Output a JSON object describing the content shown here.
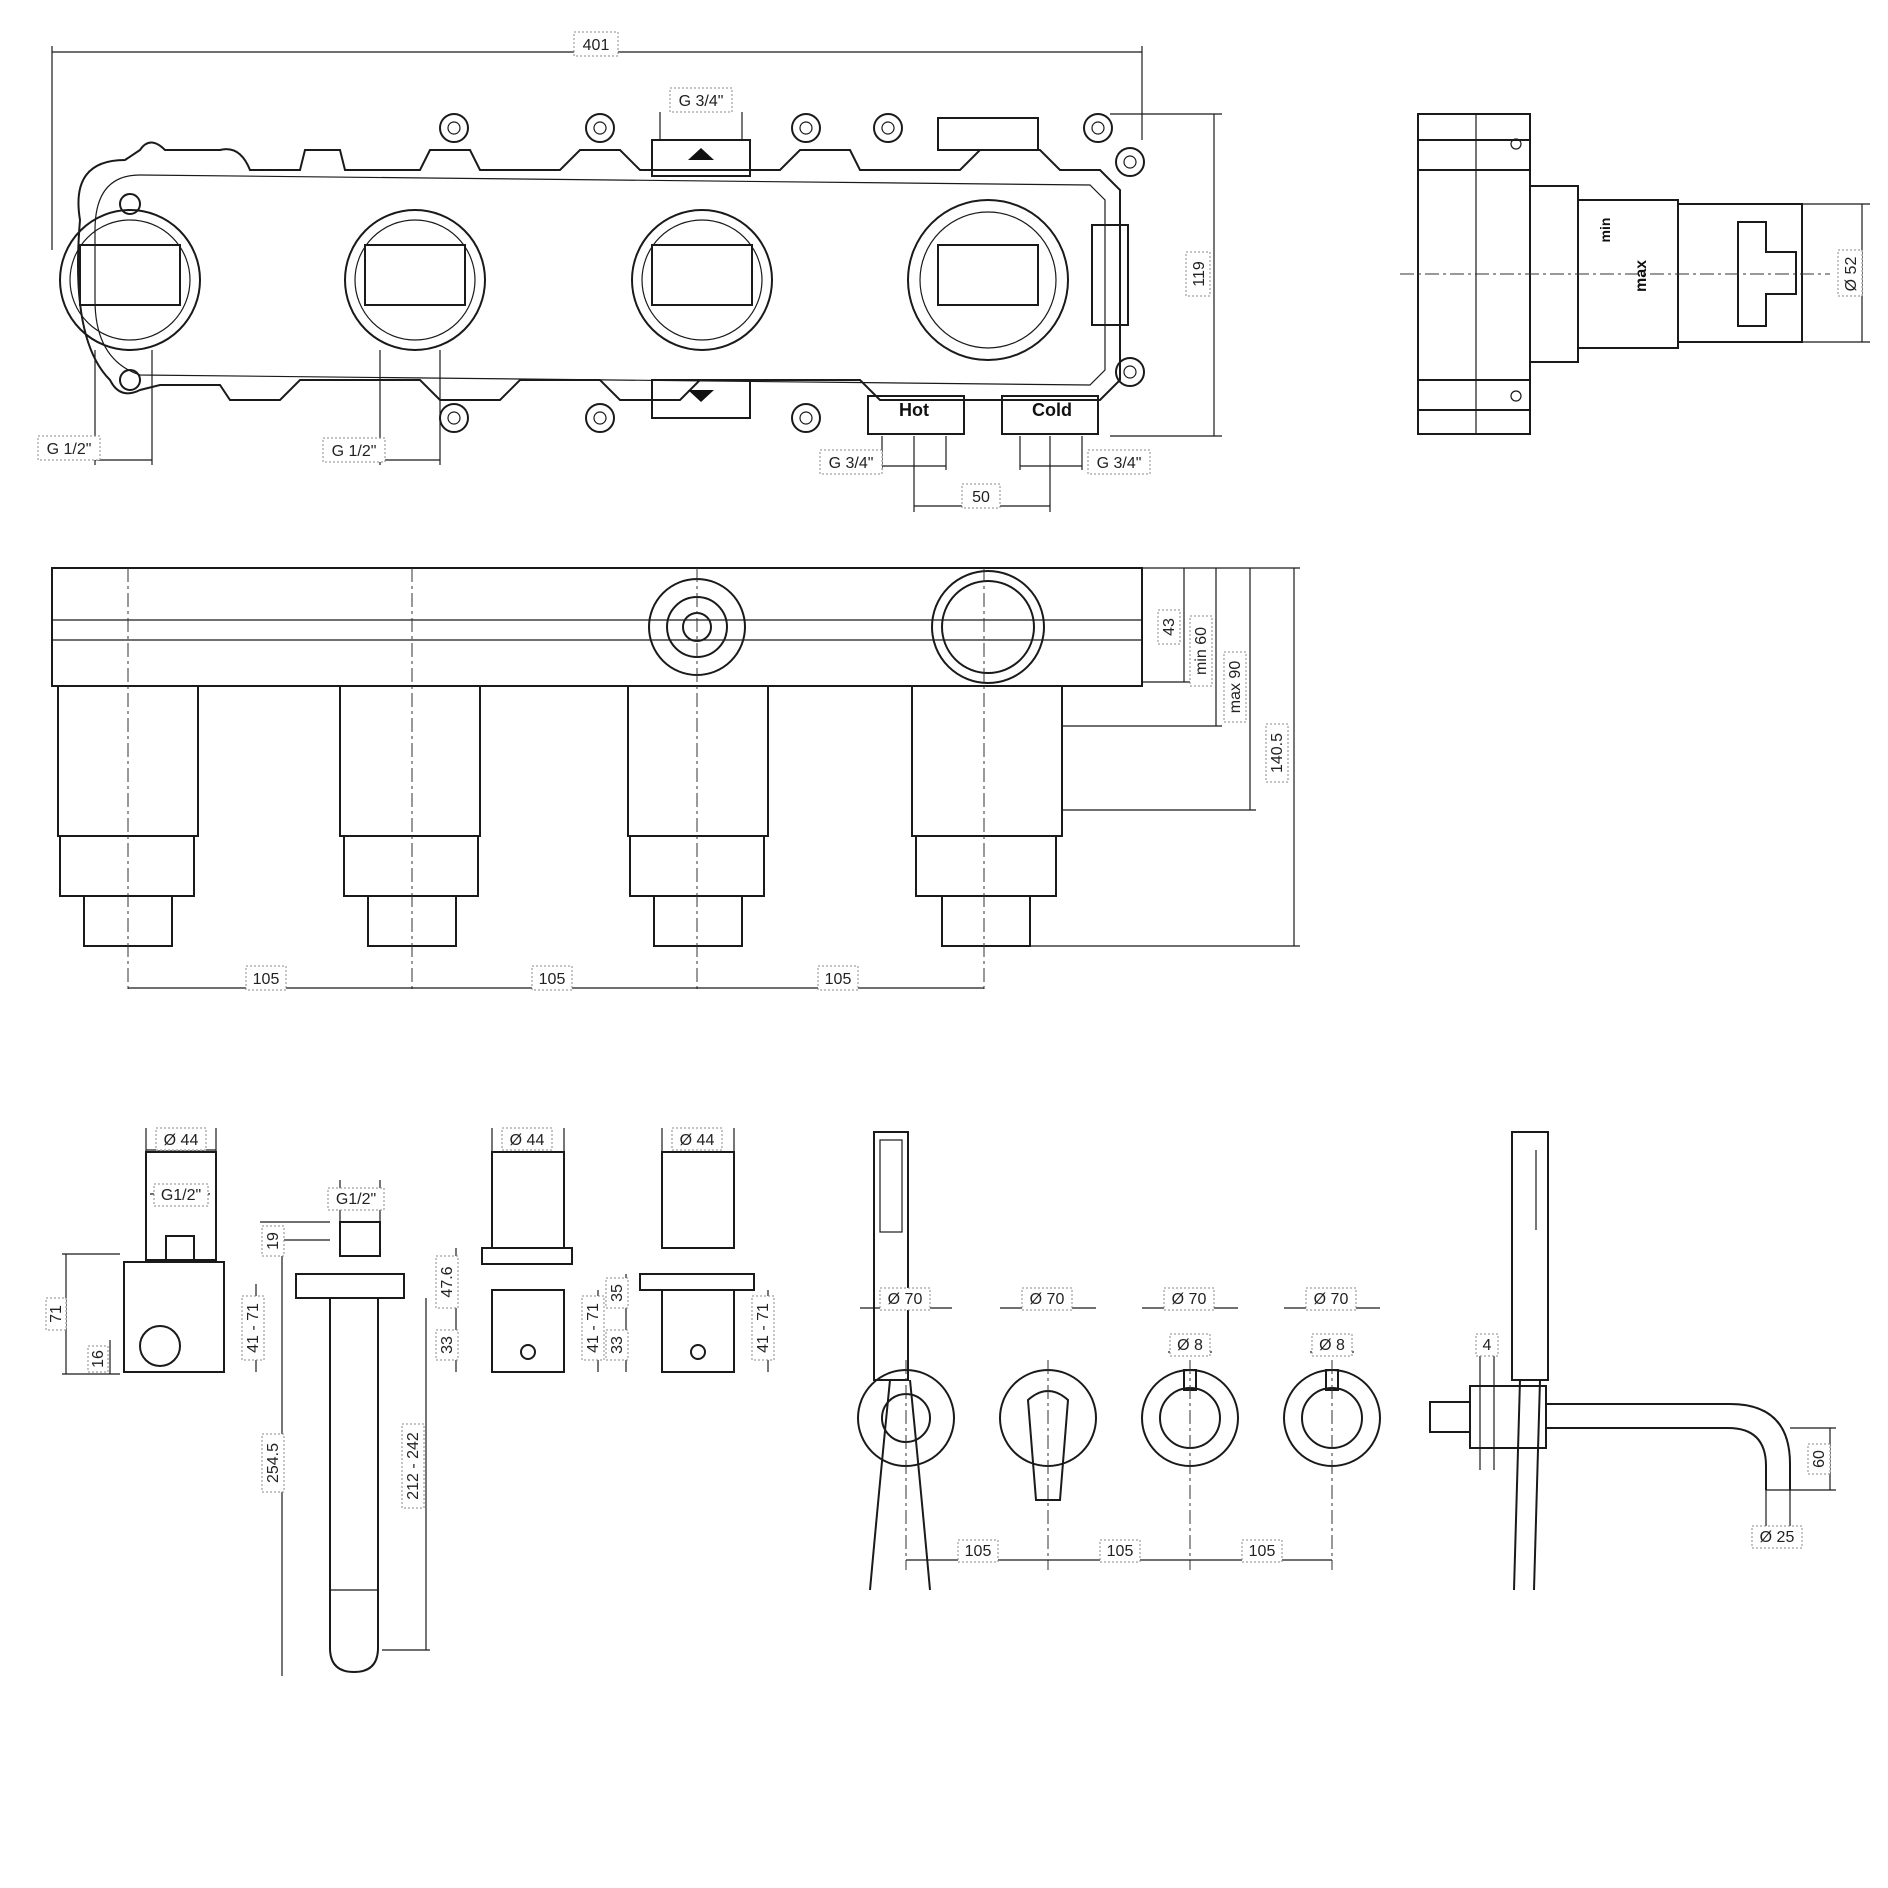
{
  "drawing": {
    "top_view": {
      "overall_width": "401",
      "height": "119",
      "inlet_left_1": "G 1/2\"",
      "inlet_left_2": "G 1/2\"",
      "outlet_top": "G 3/4\"",
      "hot_label": "Hot",
      "cold_label": "Cold",
      "hot_thread": "G 3/4\"",
      "cold_thread": "G 3/4\"",
      "hot_cold_spacing": "50"
    },
    "side_view": {
      "diameter": "Ø 52",
      "stamp_min": "min",
      "stamp_max": "max"
    },
    "front_view": {
      "depth_43": "43",
      "min_60": "min 60",
      "max_90": "max 90",
      "total_140": "140.5",
      "spacing_1": "105",
      "spacing_2": "105",
      "spacing_3": "105"
    },
    "trim_side": {
      "diam_1": "Ø 44",
      "diam_2": "Ø 44",
      "diam_3": "Ø 44",
      "thread_1": "G1/2\"",
      "thread_2": "G1/2\"",
      "h71": "71",
      "h16": "16",
      "h41_71_a": "41 - 71",
      "h19": "19",
      "h254": "254.5",
      "h212": "212 - 242",
      "h47": "47.6",
      "h33a": "33",
      "h41_71_b": "41 - 71",
      "h35": "35",
      "h33b": "33",
      "h41_71_c": "41 - 71"
    },
    "trim_front": {
      "d70_1": "Ø 70",
      "d70_2": "Ø 70",
      "d70_3": "Ø 70",
      "d70_4": "Ø 70",
      "d8_1": "Ø 8",
      "d8_2": "Ø 8",
      "sp1": "105",
      "sp2": "105",
      "sp3": "105"
    },
    "spout_side": {
      "w4": "4",
      "h60": "60",
      "d25": "Ø 25"
    }
  }
}
